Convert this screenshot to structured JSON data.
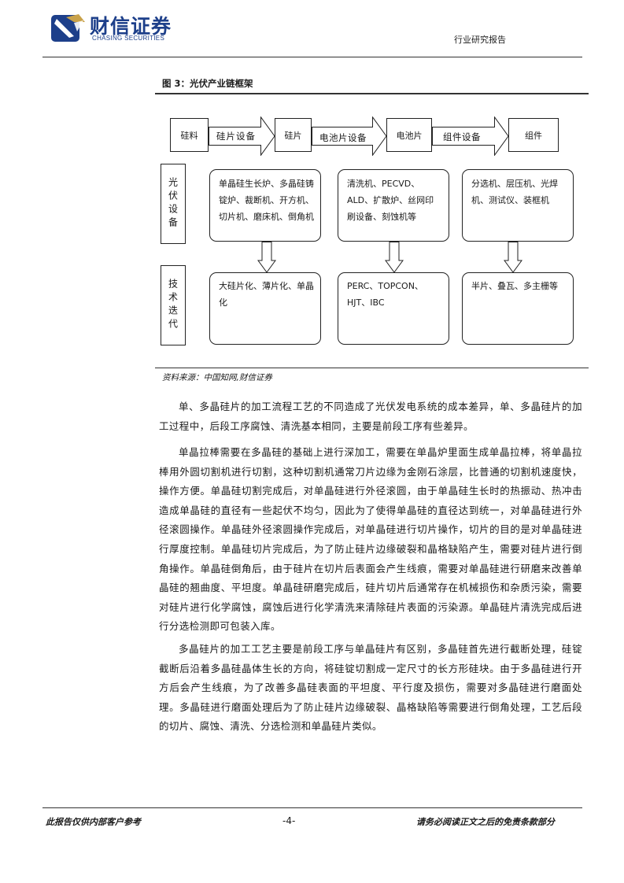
{
  "header": {
    "brand_cn": "财信证券",
    "brand_en": "CHASING SECURITIES",
    "report_type": "行业研究报告"
  },
  "figure": {
    "title": "图 3：光伏产业链框架",
    "chain": {
      "nodes": [
        "硅料",
        "硅片",
        "电池片",
        "组件"
      ],
      "arrows": [
        "硅片设备",
        "电池片设备",
        "组件设备"
      ]
    },
    "rows": [
      {
        "label": "光伏设备",
        "cells": [
          "单晶硅生长炉、多晶硅铸锭炉、裁断机、开方机、切片机、磨床机、倒角机",
          "清洗机、PECVD、ALD、扩散炉、丝网印刷设备、刻蚀机等",
          "分选机、层压机、光焊机、测试仪、装框机"
        ]
      },
      {
        "label": "技术迭代",
        "cells": [
          "大硅片化、薄片化、单晶化",
          "PERC、TOPCON、HJT、IBC",
          "半片、叠瓦、多主栅等"
        ]
      }
    ],
    "source": "资料来源：中国知网,财信证券"
  },
  "body": {
    "paragraphs": [
      "单、多晶硅片的加工流程工艺的不同造成了光伏发电系统的成本差异，单、多晶硅片的加工过程中，后段工序腐蚀、清洗基本相同，主要是前段工序有些差异。",
      "单晶拉棒需要在多晶硅的基础上进行深加工，需要在单晶炉里面生成单晶拉棒，将单晶拉棒用外圆切割机进行切割，这种切割机通常刀片边缘为金刚石涂层，比普通的切割机速度快，操作方便。单晶硅切割完成后，对单晶硅进行外径滚圆，由于单晶硅生长时的热振动、热冲击造成单晶硅的直径有一些起伏不均匀，因此为了使得单晶硅的直径达到统一，对单晶硅进行外径滚圆操作。单晶硅外径滚圆操作完成后，对单晶硅进行切片操作，切片的目的是对单晶硅进行厚度控制。单晶硅切片完成后，为了防止硅片边缘破裂和晶格缺陷产生，需要对硅片进行倒角操作。单晶硅倒角后，由于硅片在切片后表面会产生线痕，需要对单晶硅进行研磨来改善单晶硅的翘曲度、平坦度。单晶硅研磨完成后，硅片切片后通常存在机械损伤和杂质污染，需要对硅片进行化学腐蚀，腐蚀后进行化学清洗来清除硅片表面的污染源。单晶硅片清洗完成后进行分选检测即可包装入库。",
      "多晶硅片的加工工艺主要是前段工序与单晶硅片有区别，多晶硅首先进行截断处理，硅锭截断后沿着多晶硅晶体生长的方向，将硅锭切割成一定尺寸的长方形硅块。由于多晶硅进行开方后会产生线痕，为了改善多晶硅表面的平坦度、平行度及损伤，需要对多晶硅进行磨面处理。多晶硅进行磨面处理后为了防止硅片边缘破裂、晶格缺陷等需要进行倒角处理，工艺后段的切片、腐蚀、清洗、分选检测和单晶硅片类似。"
    ]
  },
  "footer": {
    "left": "此报告仅供内部客户参考",
    "page": "-4-",
    "right": "请务必阅读正文之后的免责条款部分"
  },
  "colors": {
    "brand": "#1d3f8a",
    "accent": "#c9a24a"
  },
  "icons": {
    "logo": "chasing-securities-logo-icon",
    "block_arrow": "block-arrow-right-icon",
    "down_arrow": "hollow-down-arrow-icon"
  }
}
